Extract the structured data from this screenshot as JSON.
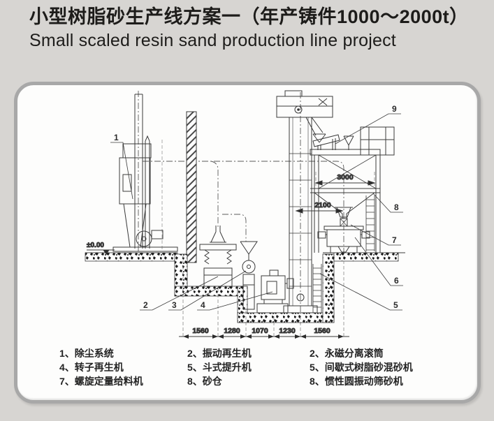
{
  "header": {
    "title_zh": "小型树脂砂生产线方案一（年产铸件1000～2000t）",
    "title_en": "Small scaled resin sand production line project"
  },
  "drawing": {
    "level_label": "±0.00",
    "dims": {
      "w3000": "3000",
      "w2100": "2100",
      "chain": [
        "1560",
        "1280",
        "1070",
        "1230",
        "1560"
      ]
    },
    "callouts": {
      "c1": "1",
      "c2": "2",
      "c3": "3",
      "c4": "4",
      "c5": "5",
      "c6": "6",
      "c7": "7",
      "c8": "8",
      "c9": "9"
    }
  },
  "legend": {
    "col1": [
      "1、除尘系统",
      "4、转子再生机",
      "7、螺旋定量给料机"
    ],
    "col2": [
      "2、振动再生机",
      "5、斗式提升机",
      "8、砂仓"
    ],
    "col3": [
      "2、永磁分离滚筒",
      "5、间歇式树脂砂混砂机",
      "8、惯性圆振动筛砂机"
    ]
  },
  "colors": {
    "page_bg": "#d7d5d2",
    "panel_border": "#a8a8a8",
    "line": "#3a3a3a"
  }
}
